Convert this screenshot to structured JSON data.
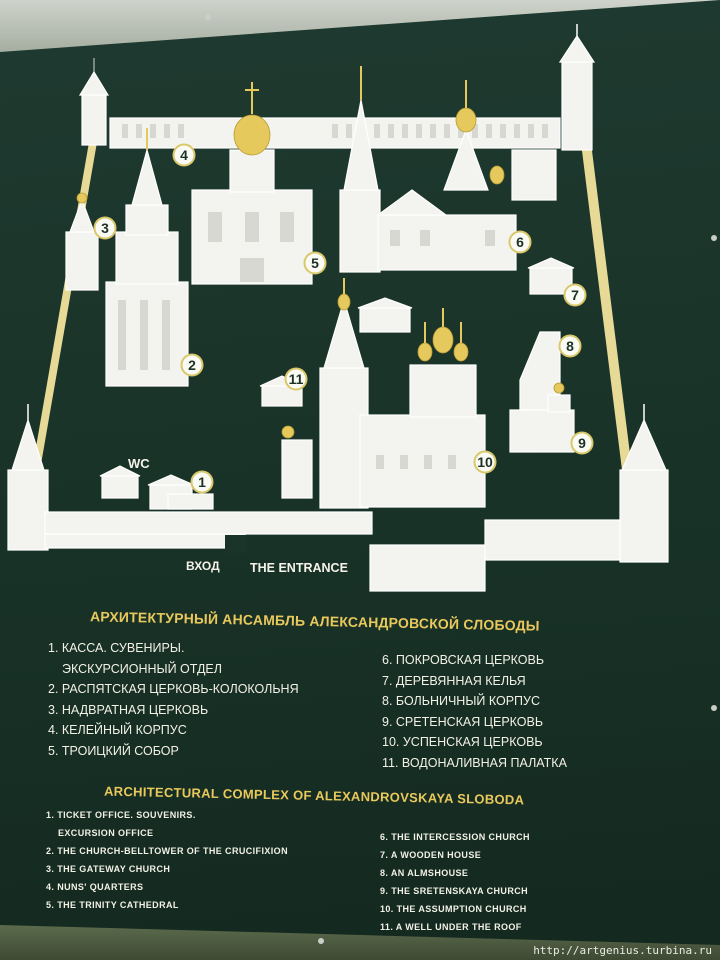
{
  "map": {
    "markers": [
      "1",
      "2",
      "3",
      "4",
      "5",
      "6",
      "7",
      "8",
      "9",
      "10",
      "11"
    ],
    "wc_label": "WC",
    "entrance_ru": "ВХОД",
    "entrance_en": "THE ENTRANCE",
    "colors": {
      "board": "#1b342a",
      "gold": "#e5c95c",
      "building": "#f3f3ef"
    }
  },
  "legend_ru": {
    "title": "АРХИТЕКТУРНЫЙ АНСАМБЛЬ АЛЕКСАНДРОВСКОЙ СЛОБОДЫ",
    "left": [
      "1. КАССА. СУВЕНИРЫ.",
      "ЭКСКУРСИОННЫЙ ОТДЕЛ",
      "2. РАСПЯТСКАЯ ЦЕРКОВЬ-КОЛОКОЛЬНЯ",
      "3. НАДВРАТНАЯ ЦЕРКОВЬ",
      "4. КЕЛЕЙНЫЙ КОРПУС",
      "5. ТРОИЦКИЙ СОБОР"
    ],
    "right": [
      "6. ПОКРОВСКАЯ ЦЕРКОВЬ",
      "7. ДЕРЕВЯННАЯ КЕЛЬЯ",
      "8. БОЛЬНИЧНЫЙ КОРПУС",
      "9. СРЕТЕНСКАЯ ЦЕРКОВЬ",
      "10. УСПЕНСКАЯ ЦЕРКОВЬ",
      "11. ВОДОНАЛИВНАЯ ПАЛАТКА"
    ]
  },
  "legend_en": {
    "title": "ARCHITECTURAL COMPLEX OF ALEXANDROVSKAYA SLOBODA",
    "left": [
      "1. TICKET OFFICE. SOUVENIRS.",
      "EXCURSION OFFICE",
      "2. THE CHURCH-BELLTOWER OF THE CRUCIFIXION",
      "3. THE GATEWAY CHURCH",
      "4. NUNS' QUARTERS",
      "5. THE TRINITY CATHEDRAL"
    ],
    "right": [
      "6. THE INTERCESSION CHURCH",
      "7. A WOODEN HOUSE",
      "8. AN ALMSHOUSE",
      "9. THE SRETENSKAYA CHURCH",
      "10. THE ASSUMPTION CHURCH",
      "11. A WELL UNDER THE ROOF"
    ]
  },
  "watermark": "http://artgenius.turbina.ru"
}
